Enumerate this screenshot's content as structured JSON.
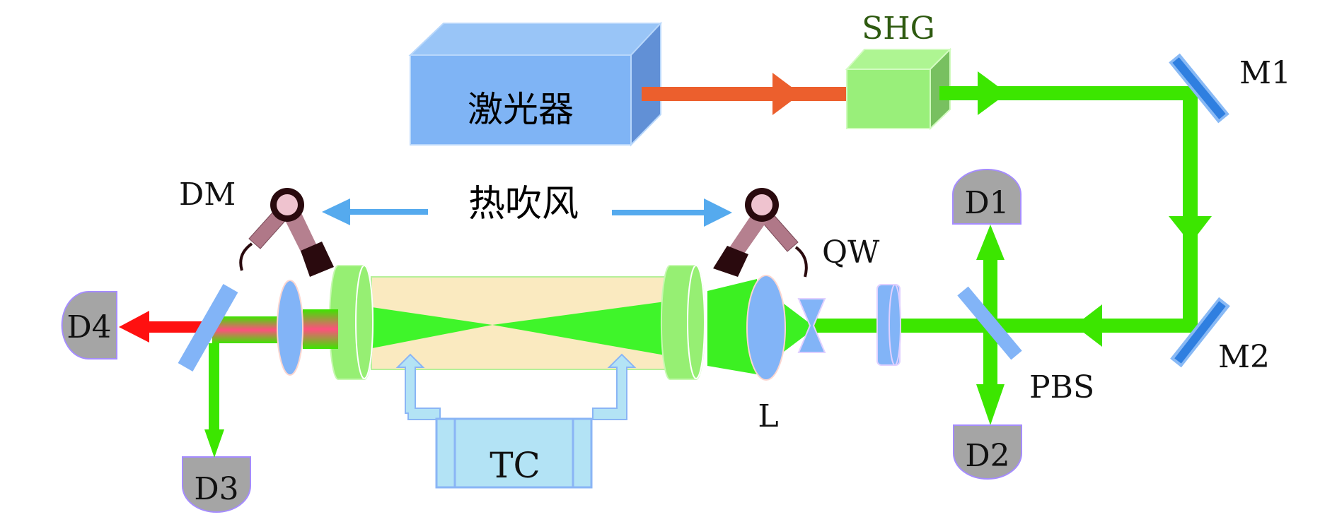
{
  "title": "Optical setup diagram",
  "labels": {
    "laser": "激光器",
    "shg": "SHG",
    "m1": "M1",
    "m2": "M2",
    "pbs": "PBS",
    "qw": "QW",
    "lens": "L",
    "dm": "DM",
    "tc": "TC",
    "heat_gun": "热吹风",
    "d1": "D1",
    "d2": "D2",
    "d3": "D3",
    "d4": "D4"
  },
  "colors": {
    "green_beam": "#3ce600",
    "red_beam": "#ff1010",
    "pump_beam": "#ec5f2d",
    "air_arrow": "#55aaee",
    "shg_label": "#2e5a10",
    "detector": "#a5a5a5",
    "mirror": "#2f7fe0",
    "optic": "#82b4f7",
    "cavity_mirror": "#96ef73",
    "cavity_tube": "#faeac0",
    "controller": "#b3e3f5"
  }
}
